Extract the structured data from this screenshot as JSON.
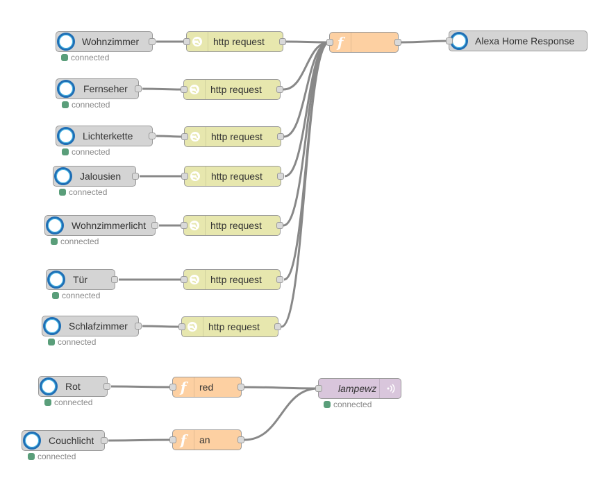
{
  "flow": {
    "alexa_nodes": [
      {
        "label": "Wohnzimmer",
        "status": "connected"
      },
      {
        "label": "Fernseher",
        "status": "connected"
      },
      {
        "label": "Lichterkette",
        "status": "connected"
      },
      {
        "label": "Jalousien",
        "status": "connected"
      },
      {
        "label": "Wohnzimmerlicht",
        "status": "connected"
      },
      {
        "label": "Tür",
        "status": "connected"
      },
      {
        "label": "Schlafzimmer",
        "status": "connected"
      },
      {
        "label": "Rot",
        "status": "connected"
      },
      {
        "label": "Couchlicht",
        "status": "connected"
      }
    ],
    "http_nodes": [
      {
        "label": "http request"
      },
      {
        "label": "http request"
      },
      {
        "label": "http request"
      },
      {
        "label": "http request"
      },
      {
        "label": "http request"
      },
      {
        "label": "http request"
      },
      {
        "label": "http request"
      }
    ],
    "function_nodes": [
      {
        "label": ""
      },
      {
        "label": "red"
      },
      {
        "label": "an"
      }
    ],
    "response_node": {
      "label": "Alexa Home Response"
    },
    "mqtt_node": {
      "label": "lampewz",
      "status": "connected"
    },
    "colors": {
      "alexa": "#d4d4d4",
      "http": "#e7e7ae",
      "function": "#fdd0a2",
      "mqtt": "#d9c6dc",
      "wire": "#888888",
      "status_dot": "#5a9e7a"
    }
  }
}
